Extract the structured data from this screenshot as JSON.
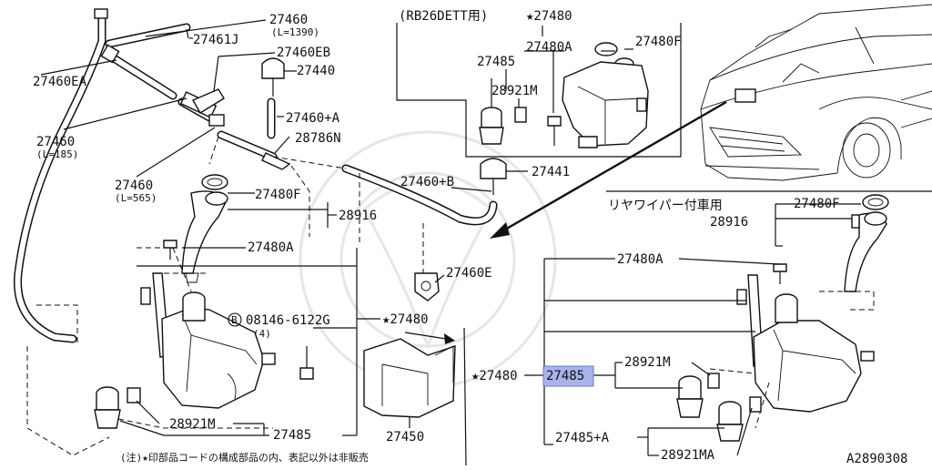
{
  "labels": {
    "l27460_top": "27460",
    "l27460_top_len": "(L=1390)",
    "l27461J": "27461J",
    "l27460EB": "27460EB",
    "l27440": "27440",
    "l27460EA": "27460EA",
    "l27460A": "27460+A",
    "l28786N": "28786N",
    "l27460_mid": "27460",
    "l27460_mid_len": "(L=185)",
    "l27460_low": "27460",
    "l27460_low_len": "(L=565)",
    "l27460B": "27460+B",
    "l27441": "27441",
    "l27480F_main": "27480F",
    "l28916_main": "28916",
    "l27480A_main": "27480A",
    "l27460E": "27460E",
    "bolt_circle": "B",
    "bolt_num": "08146-6122G",
    "bolt_qty": "(4)",
    "star27480_main": "★27480",
    "l28921M_main": "28921M",
    "l27485_main": "27485",
    "l27450": "27450",
    "note": "(注)★印部品コードの構成部品の内、表記以外は非販売",
    "rb_header": "(RB26DETT用)",
    "rb_star": "★27480",
    "rb_27480A": "27480A",
    "rb_27480F": "27480F",
    "rb_27485": "27485",
    "rb_28921M": "28921M",
    "rr_header": "リヤワイパー付車用",
    "rr_27480F": "27480F",
    "rr_28916": "28916",
    "rr_27480A": "27480A",
    "rr_star": "★27480",
    "rr_27485": "27485",
    "rr_28921M": "28921M",
    "rr_27485A": "27485+A",
    "rr_28921MA": "28921MA",
    "drawing_no": "A2890308"
  },
  "colors": {
    "highlight": "#a9b3ea",
    "ink": "#111111"
  }
}
